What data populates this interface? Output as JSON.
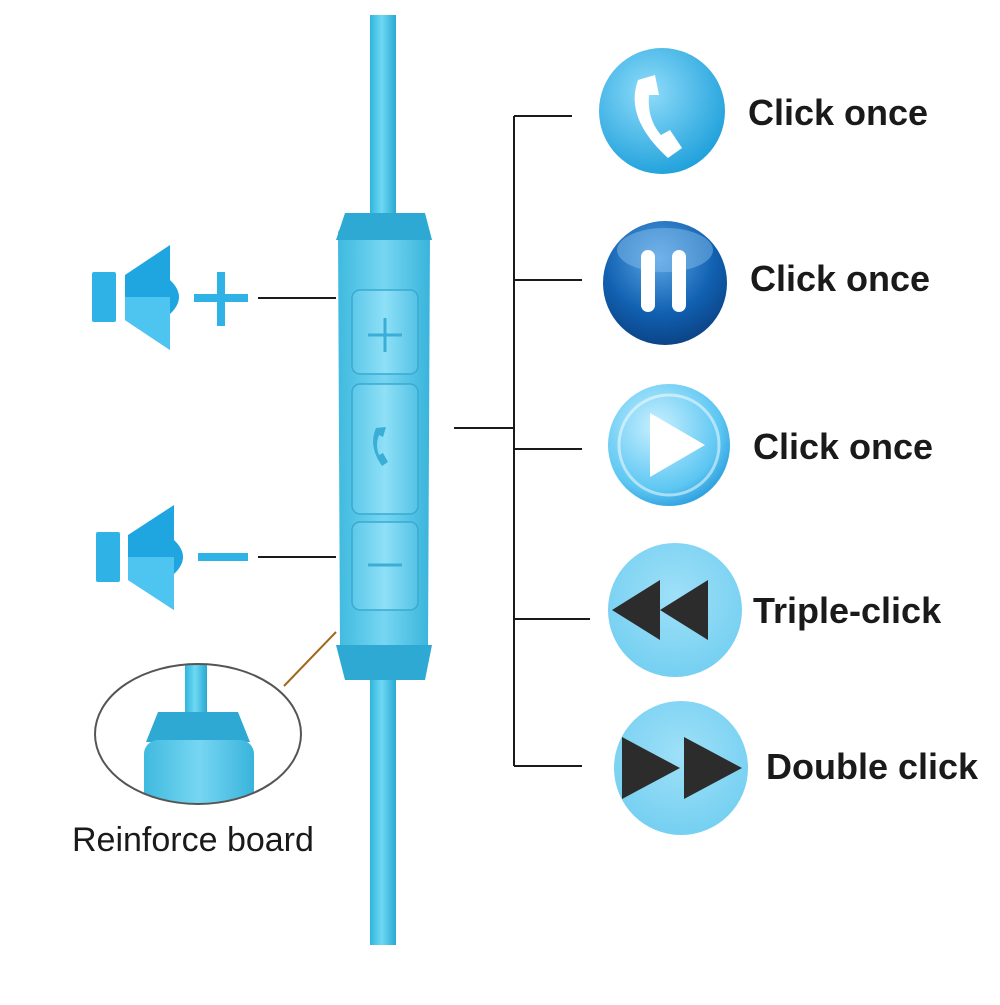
{
  "functions": [
    {
      "icon": "phone-icon",
      "label": "Click once"
    },
    {
      "icon": "pause-icon",
      "label": "Click once"
    },
    {
      "icon": "play-icon",
      "label": "Click once"
    },
    {
      "icon": "rewind-icon",
      "label": "Triple-click"
    },
    {
      "icon": "fast-forward-icon",
      "label": "Double click"
    }
  ],
  "volume_controls": [
    {
      "icon": "volume-up-icon"
    },
    {
      "icon": "volume-down-icon"
    }
  ],
  "inset": {
    "caption": "Reinforce board"
  },
  "colors": {
    "cable": "#3ec3e6",
    "remote": "#5ccbe9",
    "icon_blue": "#1fa7e0",
    "dark_blue": "#0a5fa8",
    "light_blue": "#7fd3f3",
    "pointer_line": "#7a4a10",
    "icon_dark": "#2c2c2c"
  }
}
